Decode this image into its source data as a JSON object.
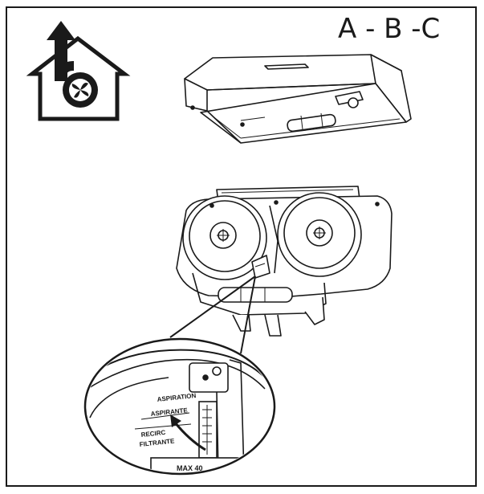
{
  "header": {
    "variant_label": "A - B -C"
  },
  "icons": {
    "mode_icon": "ducted-extraction-house-fan-icon"
  },
  "zoom_labels": {
    "aspiration_top": "ASPIRATION",
    "aspirante": "ASPIRANTE",
    "filtrante_1": "RECIRC",
    "filtrante_2": "FILTRANTE",
    "max_label": "MAX 40"
  },
  "colors": {
    "line": "#1a1a1a",
    "background": "#ffffff"
  }
}
